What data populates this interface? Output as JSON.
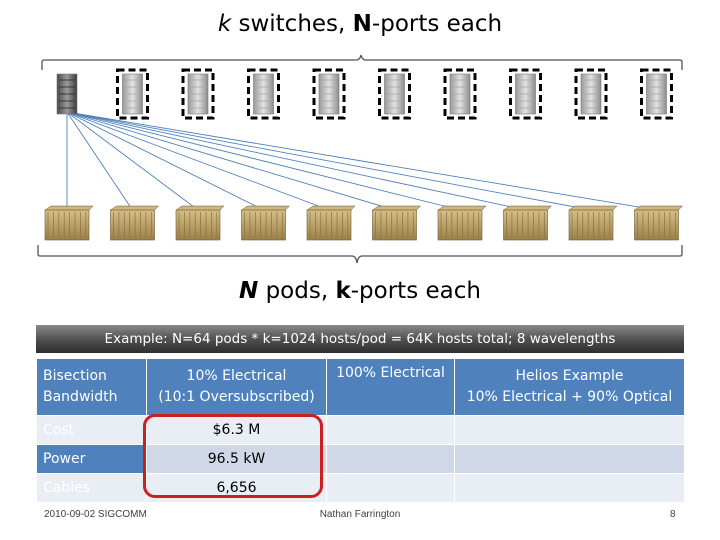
{
  "diagram": {
    "title_top": {
      "prefix": "k",
      "middle": " switches, ",
      "bold": "N",
      "suffix": "-ports each"
    },
    "title_bottom": {
      "prefix": "N",
      "middle": " pods, ",
      "bold": "k",
      "suffix": "-ports each"
    },
    "switch_count_shown": 10,
    "pod_count_shown": 10,
    "active_switch": "first switch, solid; other switches in dashed boxes",
    "link_color": "#4f81bd",
    "pod_color": "#b59a5c"
  },
  "banner": {
    "text": "Example: N=64 pods * k=1024 hosts/pod = 64K hosts total; 8 wavelengths"
  },
  "table": {
    "header": {
      "col0": [
        "Bisection",
        "Bandwidth"
      ],
      "col1": [
        "10% Electrical",
        "(10:1 Oversubscribed)"
      ],
      "col2": [
        "100% Electrical",
        ""
      ],
      "col3": [
        "Helios Example",
        "10% Electrical + 90% Optical"
      ]
    },
    "rows": [
      {
        "label": "Cost",
        "col1": "$6.3 M",
        "col2": "",
        "col3": ""
      },
      {
        "label": "Power",
        "col1": "96.5 kW",
        "col2": "",
        "col3": ""
      },
      {
        "label": "Cables",
        "col1": "6,656",
        "col2": "",
        "col3": ""
      }
    ],
    "header_color": "#4f81bd",
    "highlight_color": "#cc1f1f"
  },
  "footer": {
    "left": "2010-09-02 SIGCOMM",
    "center": "Nathan Farrington",
    "page": "8"
  }
}
